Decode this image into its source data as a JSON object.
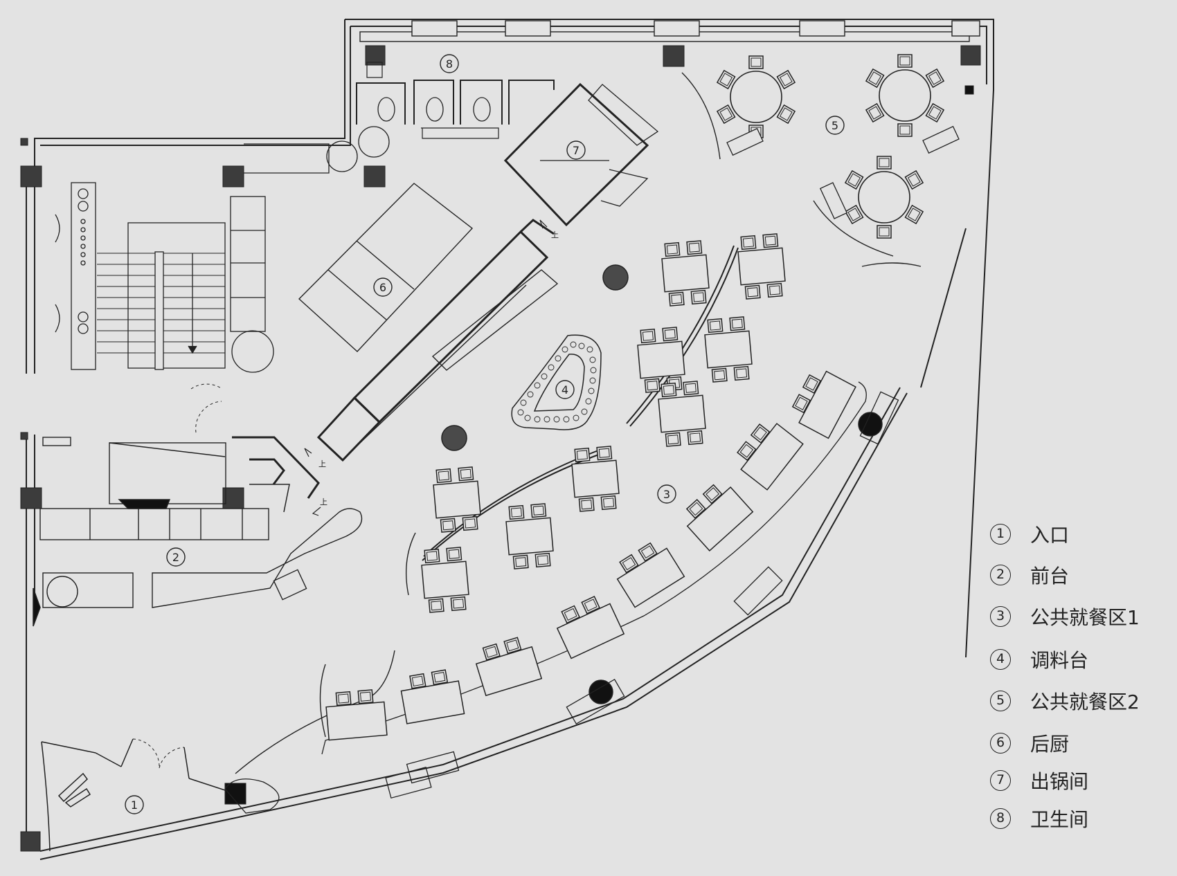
{
  "markers": {
    "entrance": "1",
    "reception": "2",
    "dining1": "3",
    "condiment": "4",
    "dining2": "5",
    "kitchen": "6",
    "wok_room": "7",
    "restroom": "8"
  },
  "stair_marks": {
    "up1": "上",
    "up2": "上",
    "up3": "上"
  },
  "legend": {
    "items": [
      {
        "num": "1",
        "label": "入口"
      },
      {
        "num": "2",
        "label": "前台"
      },
      {
        "num": "3",
        "label": "公共就餐区1"
      },
      {
        "num": "4",
        "label": "调料台"
      },
      {
        "num": "5",
        "label": "公共就餐区2"
      },
      {
        "num": "6",
        "label": "后厨"
      },
      {
        "num": "7",
        "label": "出锅间"
      },
      {
        "num": "8",
        "label": "卫生间"
      }
    ]
  },
  "colors": {
    "background": "#e3e3e3",
    "line": "#222222",
    "column": "#3c3c3c",
    "circle_column": "#4a4a4a"
  }
}
